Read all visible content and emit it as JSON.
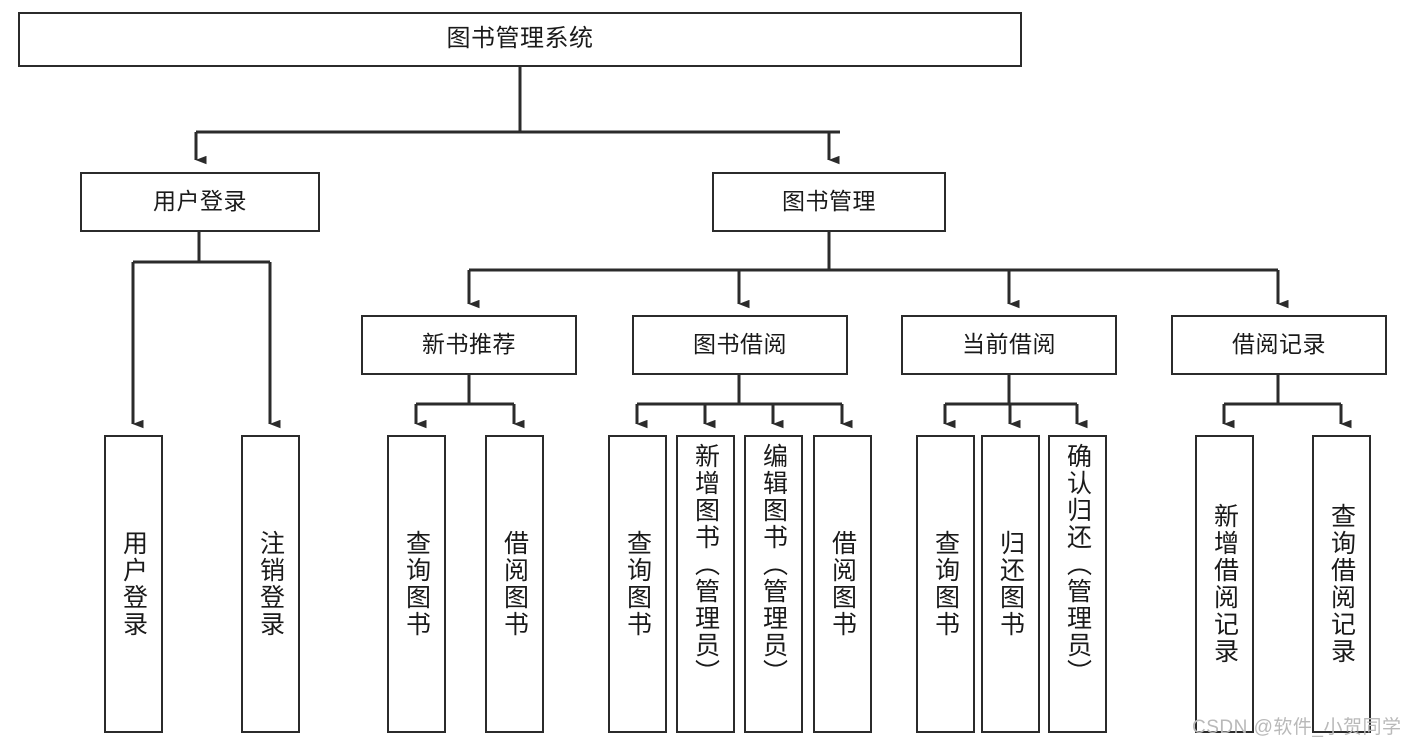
{
  "diagram": {
    "title": "图书管理系统",
    "watermark": "CSDN @软件_小贺同学",
    "line_color": "#2b2b2b",
    "box_fill": "#ffffff",
    "text_color": "#1a1a1a",
    "nodes": {
      "root": {
        "label": "图书管理系统"
      },
      "level2": [
        {
          "label": "用户登录"
        },
        {
          "label": "图书管理"
        }
      ],
      "level3": [
        {
          "label": "新书推荐"
        },
        {
          "label": "图书借阅"
        },
        {
          "label": "当前借阅"
        },
        {
          "label": "借阅记录"
        }
      ],
      "leaves_user_login": [
        {
          "label": "用户登录"
        },
        {
          "label": "注销登录"
        }
      ],
      "leaves_new_book": [
        {
          "label": "查询图书"
        },
        {
          "label": "借阅图书"
        }
      ],
      "leaves_borrow": [
        {
          "label": "查询图书"
        },
        {
          "label": "新增图书（管理员）"
        },
        {
          "label": "编辑图书（管理员）"
        },
        {
          "label": "借阅图书"
        }
      ],
      "leaves_current": [
        {
          "label": "查询图书"
        },
        {
          "label": "归还图书"
        },
        {
          "label": "确认归还（管理员）"
        }
      ],
      "leaves_record": [
        {
          "label": "新增借阅记录"
        },
        {
          "label": "查询借阅记录"
        }
      ]
    }
  }
}
